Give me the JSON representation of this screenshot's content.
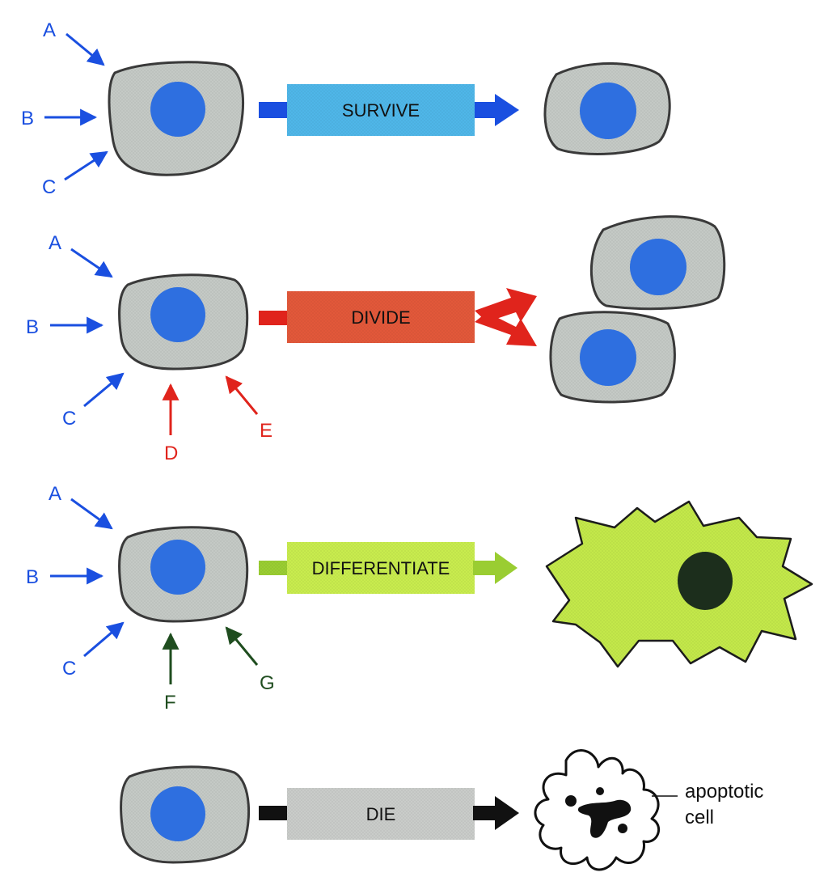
{
  "colors": {
    "signal_blue": "#1a4fe0",
    "signal_red": "#e0241c",
    "signal_green": "#1f4d1f",
    "cell_body": "#c4c9c5",
    "cell_outline": "#3a3a3a",
    "nucleus": "#2e6fe0",
    "survive_box": "#4fb6e8",
    "divide_box": "#e2583a",
    "differentiate_box": "#c8ec4e",
    "die_box": "#c9ccc9",
    "differentiated_cell": "#c3e84a",
    "differentiated_nucleus": "#1c2e1c"
  },
  "rows": [
    {
      "outcome": "SURVIVE",
      "signals": [
        {
          "label": "A",
          "color": "signal_blue"
        },
        {
          "label": "B",
          "color": "signal_blue"
        },
        {
          "label": "C",
          "color": "signal_blue"
        }
      ],
      "result": "one surviving cell"
    },
    {
      "outcome": "DIVIDE",
      "signals": [
        {
          "label": "A",
          "color": "signal_blue"
        },
        {
          "label": "B",
          "color": "signal_blue"
        },
        {
          "label": "C",
          "color": "signal_blue"
        },
        {
          "label": "D",
          "color": "signal_red"
        },
        {
          "label": "E",
          "color": "signal_red"
        }
      ],
      "result": "two daughter cells"
    },
    {
      "outcome": "DIFFERENTIATE",
      "signals": [
        {
          "label": "A",
          "color": "signal_blue"
        },
        {
          "label": "B",
          "color": "signal_blue"
        },
        {
          "label": "C",
          "color": "signal_blue"
        },
        {
          "label": "F",
          "color": "signal_green"
        },
        {
          "label": "G",
          "color": "signal_green"
        }
      ],
      "result": "differentiated star-shaped cell"
    },
    {
      "outcome": "DIE",
      "signals": [],
      "result": "apoptotic cell"
    }
  ],
  "apoptotic_label": {
    "line1": "apoptotic",
    "line2": "cell"
  }
}
